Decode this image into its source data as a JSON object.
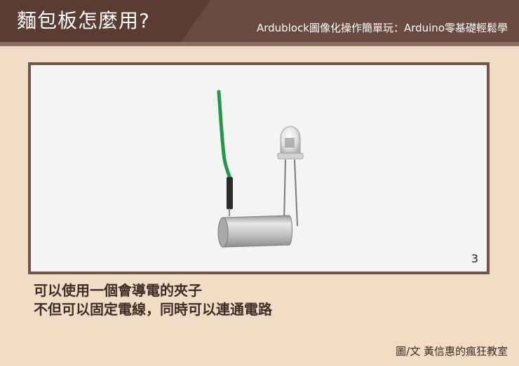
{
  "header": {
    "title": "麵包板怎麼用?",
    "subtitle": "Ardublock圖像化操作簡單玩：Arduino零基礎輕鬆學"
  },
  "illustration": {
    "page_number": "3",
    "parts": [
      "green-wire-icon",
      "led-icon",
      "metal-clip-icon"
    ]
  },
  "caption": {
    "line1": "可以使用一個會導電的夾子",
    "line2": "不但可以固定電線，同時可以連通電路"
  },
  "credit": "圖/文 黃信惠的瘋狂教室",
  "colors": {
    "header": "#6a4a40",
    "title_tab": "#5b3c33",
    "background": "#f1dcc6",
    "frame_border": "#6d554b",
    "wire": "#1f9a4a"
  }
}
